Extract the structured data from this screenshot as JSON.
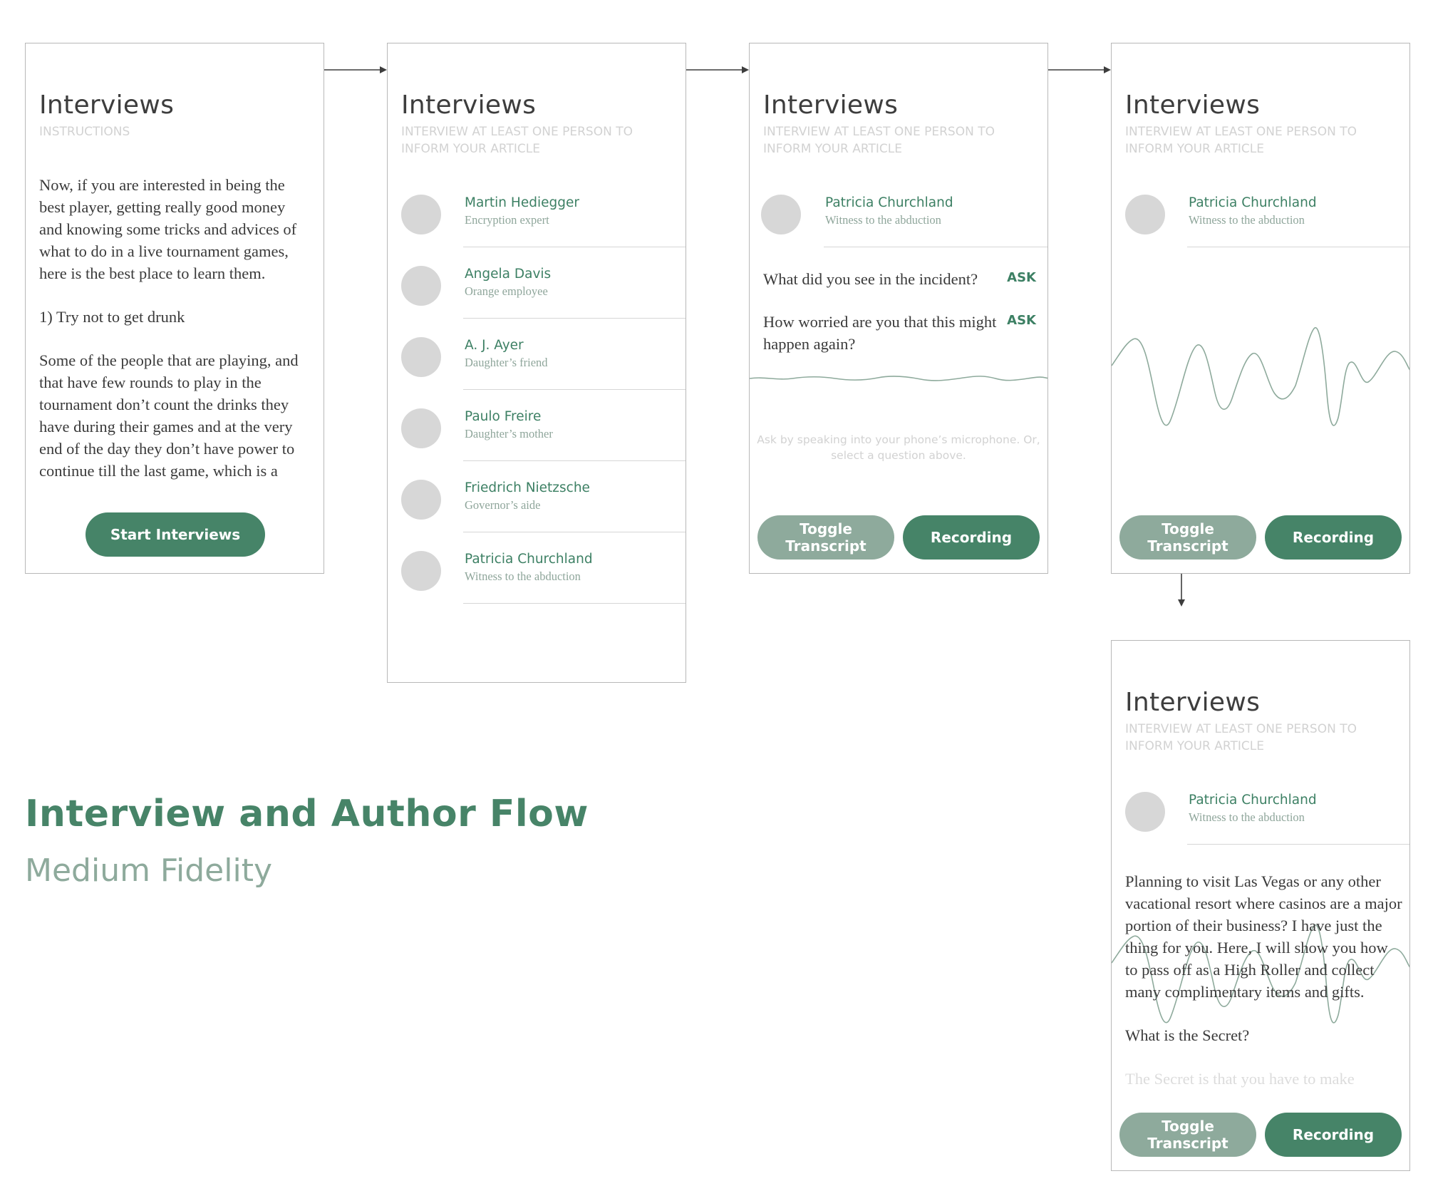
{
  "flow": {
    "title": "Interview and Author Flow",
    "subtitle": "Medium Fidelity"
  },
  "screens": {
    "instructions": {
      "title": "Interviews",
      "subtitle": "INSTRUCTIONS",
      "paragraph1": "Now, if you are interested in being the best player, getting really good money and knowing some tricks and advices of what to do in a live tournament games, here is the best place to learn them.",
      "paragraph2": "1) Try not to get drunk",
      "paragraph3": "Some of the people that are playing, and that have few rounds to play in the tournament don’t count the drinks they have during their games and at the very end of the day they don’t have power to continue till the last game, which is a",
      "start_button": "Start Interviews"
    },
    "people_list": {
      "title": "Interviews",
      "subtitle": "INTERVIEW AT LEAST ONE PERSON TO INFORM YOUR ARTICLE",
      "people": [
        {
          "name": "Martin Hediegger",
          "role": "Encryption expert"
        },
        {
          "name": "Angela Davis",
          "role": "Orange employee"
        },
        {
          "name": "A. J. Ayer",
          "role": "Daughter’s friend"
        },
        {
          "name": "Paulo Freire",
          "role": "Daughter’s mother"
        },
        {
          "name": "Friedrich Nietzsche",
          "role": "Governor’s aide"
        },
        {
          "name": "Patricia Churchland",
          "role": "Witness to the abduction"
        }
      ]
    },
    "questions": {
      "title": "Interviews",
      "subtitle": "INTERVIEW AT LEAST ONE PERSON TO INFORM YOUR ARTICLE",
      "person": {
        "name": "Patricia Churchland",
        "role": "Witness to the abduction"
      },
      "questions": [
        {
          "text": "What did you see in the incident?",
          "action": "ASK"
        },
        {
          "text": "How worried are you that this might happen again?",
          "action": "ASK"
        }
      ],
      "hint": "Ask by speaking into your phone’s microphone. Or, select a question above.",
      "toggle_button": "Toggle Transcript",
      "record_button": "Recording"
    },
    "recording": {
      "title": "Interviews",
      "subtitle": "INTERVIEW AT LEAST ONE PERSON TO INFORM YOUR ARTICLE",
      "person": {
        "name": "Patricia Churchland",
        "role": "Witness to the abduction"
      },
      "toggle_button": "Toggle Transcript",
      "record_button": "Recording"
    },
    "transcript": {
      "title": "Interviews",
      "subtitle": "INTERVIEW AT LEAST ONE PERSON TO INFORM YOUR ARTICLE",
      "person": {
        "name": "Patricia Churchland",
        "role": "Witness to the abduction"
      },
      "paragraph1": "Planning to visit Las Vegas or any other vacational resort where casinos are a major portion of their business? I have just the thing for you. Here, I will show you how to pass off as a High Roller and collect many complimentary items and gifts.",
      "paragraph2": "What is the Secret?",
      "paragraph3": "The Secret is that you have to make",
      "toggle_button": "Toggle Transcript",
      "record_button": "Recording"
    }
  },
  "colors": {
    "accent": "#468468",
    "accent_light": "#8eaa9c",
    "muted_text": "#d2d2d2"
  }
}
